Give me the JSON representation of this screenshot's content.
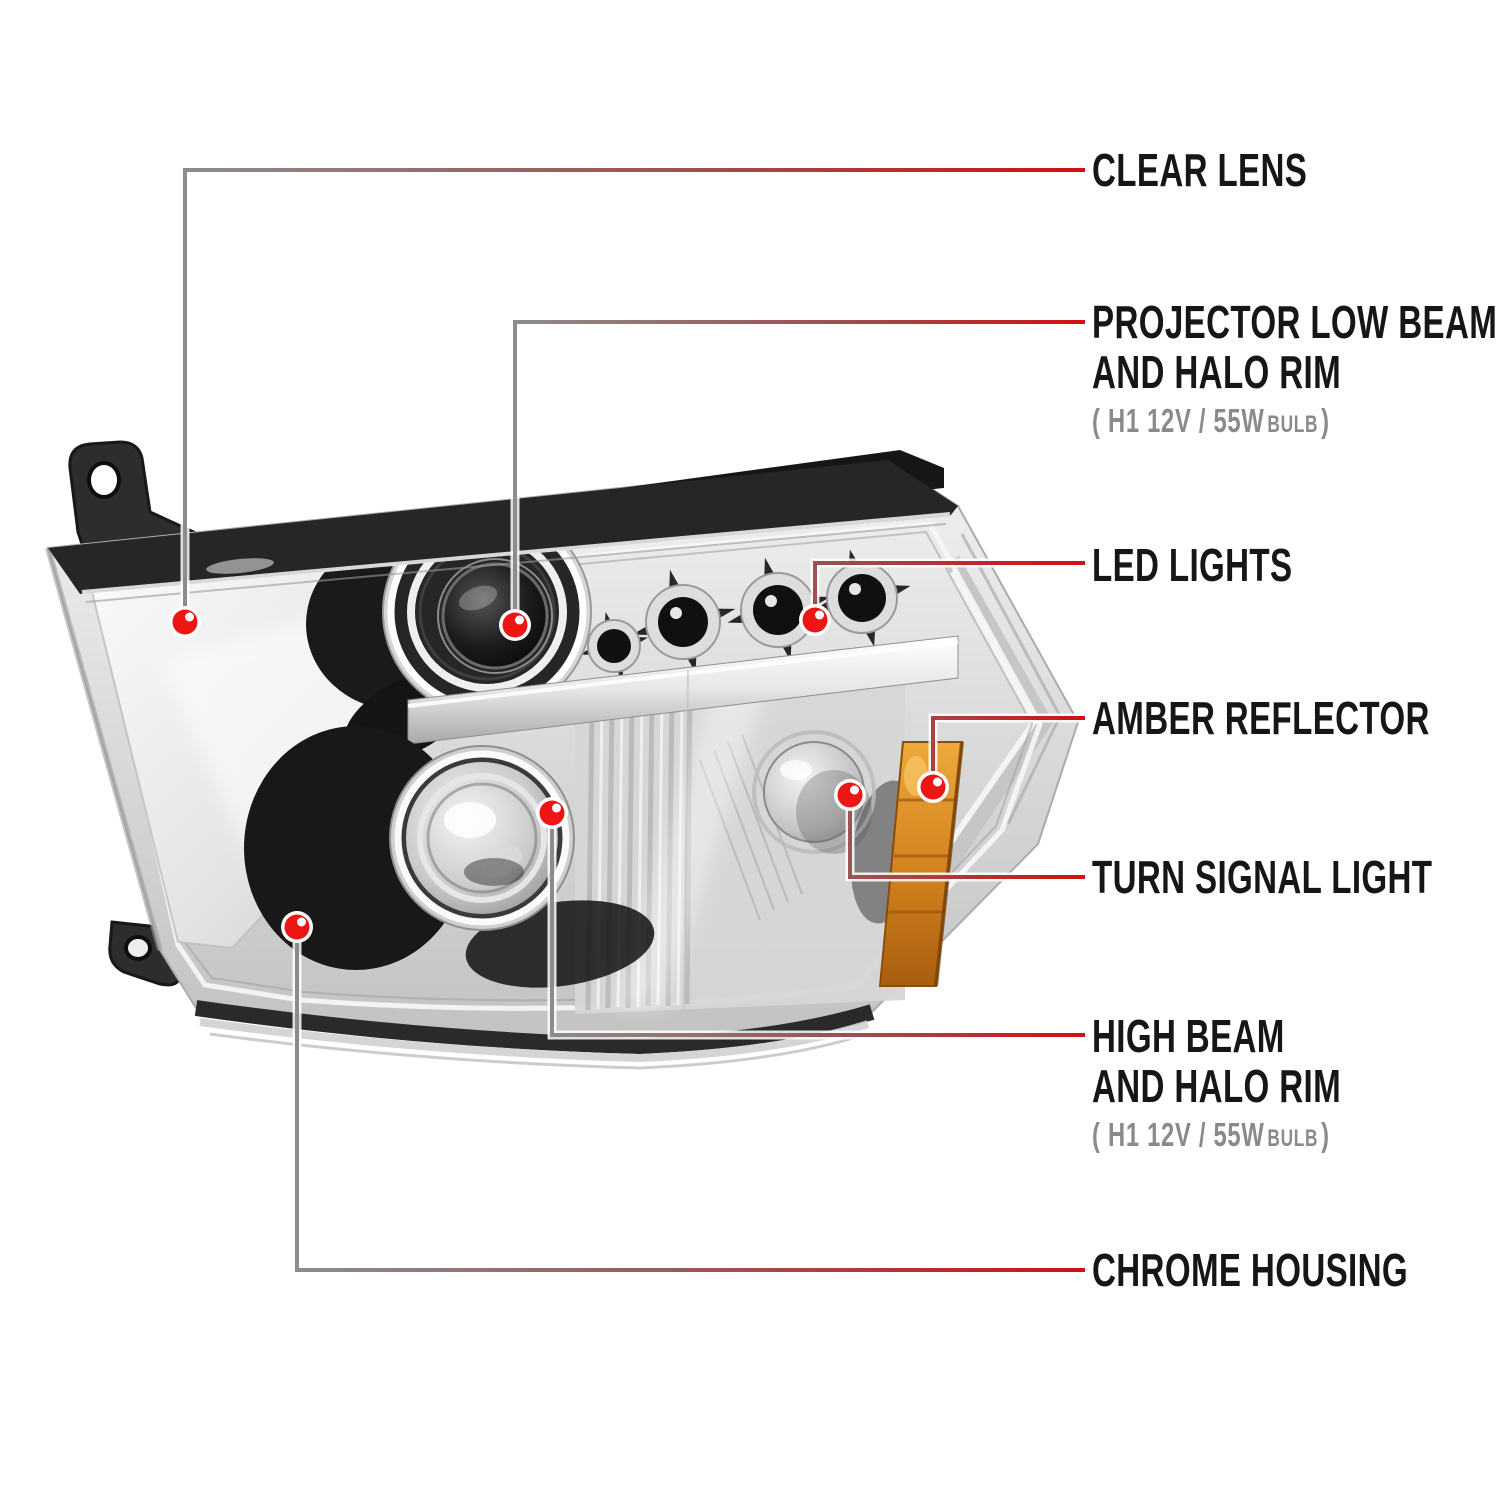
{
  "diagram": {
    "type": "annotated-product-diagram",
    "subject": "chrome projector headlight with halo rims and LED lights",
    "colors": {
      "background": "#ffffff",
      "marker_red": "#ee1515",
      "line_red": "#cf1115",
      "line_gray": "#8c8c8c",
      "label_text": "#161616",
      "spec_text": "#8a8a8a",
      "amber": "#d98f28",
      "chrome_light": "#ececec",
      "trim_black": "#262626"
    },
    "callouts": [
      {
        "id": "clear-lens",
        "label": "CLEAR LENS"
      },
      {
        "id": "projector-low-beam",
        "label": "PROJECTOR LOW BEAM",
        "label_line2": "AND HALO RIM",
        "spec_main": "( H1 12V / 55W",
        "spec_small": "BULB",
        "spec_close": ")"
      },
      {
        "id": "led-lights",
        "label": "LED LIGHTS"
      },
      {
        "id": "amber-reflector",
        "label": "AMBER REFLECTOR"
      },
      {
        "id": "turn-signal-light",
        "label": "TURN SIGNAL LIGHT"
      },
      {
        "id": "high-beam",
        "label": "HIGH BEAM",
        "label_line2": "AND HALO RIM",
        "spec_main": "( H1 12V / 55W",
        "spec_small": "BULB",
        "spec_close": ")"
      },
      {
        "id": "chrome-housing",
        "label": "CHROME HOUSING"
      }
    ]
  }
}
